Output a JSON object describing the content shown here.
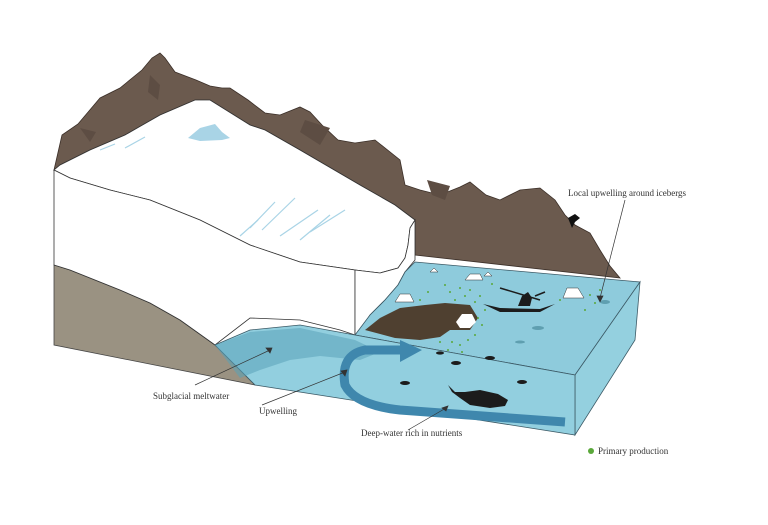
{
  "labels": {
    "local_upwelling": "Local upwelling around icebergs",
    "subglacial_meltwater": "Subglacial meltwater",
    "upwelling": "Upwelling",
    "deep_water": "Deep-water rich in nutrients"
  },
  "legend": {
    "primary_production": "Primary production"
  },
  "colors": {
    "mountain": "#6b5a4e",
    "mountain_shade": "#5d4d43",
    "ground": "#9a9282",
    "ice": "#ffffff",
    "ice_crack": "#a9d4e6",
    "water_top": "#8ecbdc",
    "water_side": "#94d0df",
    "water_front": "#92cfdf",
    "current": "#3f87ad",
    "plume": "#4f4030",
    "silhouette": "#1c1c1c",
    "primary_production": "#5aa83a"
  }
}
